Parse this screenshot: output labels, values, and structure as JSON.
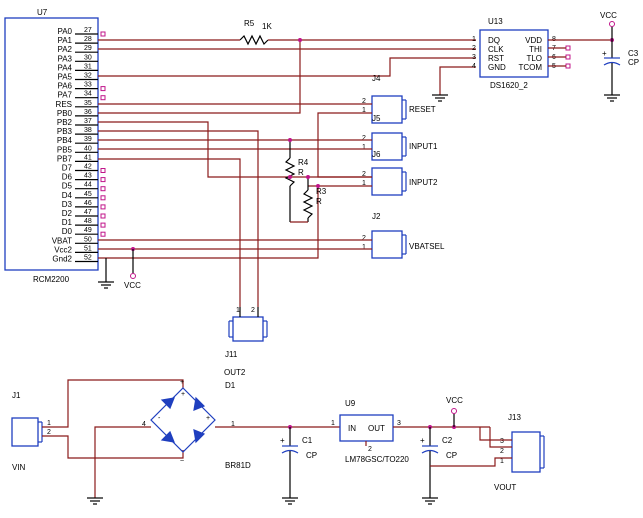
{
  "u7": {
    "ref": "U7",
    "part": "RCM2200",
    "pins": [
      {
        "name": "PA0",
        "num": "27"
      },
      {
        "name": "PA1",
        "num": "28"
      },
      {
        "name": "PA2",
        "num": "29"
      },
      {
        "name": "PA3",
        "num": "30"
      },
      {
        "name": "PA4",
        "num": "31"
      },
      {
        "name": "PA5",
        "num": "32"
      },
      {
        "name": "PA6",
        "num": "33"
      },
      {
        "name": "PA7",
        "num": "34"
      },
      {
        "name": "RES",
        "num": "35"
      },
      {
        "name": "PB0",
        "num": "36"
      },
      {
        "name": "PB2",
        "num": "37"
      },
      {
        "name": "PB3",
        "num": "38"
      },
      {
        "name": "PB4",
        "num": "39"
      },
      {
        "name": "PB5",
        "num": "40"
      },
      {
        "name": "PB7",
        "num": "41"
      },
      {
        "name": "D7",
        "num": "42"
      },
      {
        "name": "D6",
        "num": "43"
      },
      {
        "name": "D5",
        "num": "44"
      },
      {
        "name": "D4",
        "num": "45"
      },
      {
        "name": "D3",
        "num": "46"
      },
      {
        "name": "D2",
        "num": "47"
      },
      {
        "name": "D1",
        "num": "48"
      },
      {
        "name": "D0",
        "num": "49"
      },
      {
        "name": "VBAT",
        "num": "50"
      },
      {
        "name": "Vcc2",
        "num": "51"
      },
      {
        "name": "Gnd2",
        "num": "52"
      }
    ]
  },
  "u13": {
    "ref": "U13",
    "part": "DS1620_2",
    "left_pins": [
      {
        "name": "DQ",
        "num": "1"
      },
      {
        "name": "CLK",
        "num": "2"
      },
      {
        "name": "RST",
        "num": "3"
      },
      {
        "name": "GND",
        "num": "4"
      }
    ],
    "right_pins": [
      {
        "name": "VDD",
        "num": "8"
      },
      {
        "name": "THI",
        "num": "7"
      },
      {
        "name": "TLO",
        "num": "6"
      },
      {
        "name": "TCOM",
        "num": "5"
      }
    ]
  },
  "r5": {
    "ref": "R5",
    "value": "1K"
  },
  "r4": {
    "ref": "R4",
    "value": "R"
  },
  "r3": {
    "ref": "R3",
    "value": "R"
  },
  "c3": {
    "ref": "C3",
    "value": "CP",
    "plus": "+"
  },
  "c1": {
    "ref": "C1",
    "value": "CP",
    "plus": "+"
  },
  "c2": {
    "ref": "C2",
    "value": "CP",
    "plus": "+"
  },
  "vcc": {
    "label": "VCC"
  },
  "connectors": {
    "j4": {
      "ref": "J4",
      "name": "RESET",
      "pin_a": "2",
      "pin_b": "1"
    },
    "j5": {
      "ref": "J5",
      "name": "INPUT1",
      "pin_a": "2",
      "pin_b": "1"
    },
    "j6": {
      "ref": "J6",
      "name": "INPUT2",
      "pin_a": "2",
      "pin_b": "1"
    },
    "j2": {
      "ref": "J2",
      "name": "VBATSEL",
      "pin_a": "2",
      "pin_b": "1"
    },
    "j11": {
      "ref": "J11",
      "name": "OUT2",
      "pin_a": "1",
      "pin_b": "2"
    },
    "j1": {
      "ref": "J1",
      "name": "VIN",
      "pin_a": "1",
      "pin_b": "2"
    },
    "j13": {
      "ref": "J13",
      "name": "VOUT",
      "pin_a": "3",
      "pin_b": "2",
      "pin_c": "1"
    }
  },
  "d1": {
    "ref": "D1",
    "part": "BR81D",
    "pin_top": "+",
    "pin_bottom": "~",
    "pin_left": "4",
    "pin_right": "1",
    "sym_minus": "-",
    "sym_plus": "+",
    "node_plus": "+"
  },
  "u9": {
    "ref": "U9",
    "part": "LM78GSC/TO220",
    "in": "IN",
    "out": "OUT",
    "pin_in": "1",
    "pin_out": "3",
    "pin_gnd": "2"
  },
  "colors": {
    "wire": "#8b1a1a",
    "component": "#1f3fbf",
    "node": "#c0148a"
  }
}
